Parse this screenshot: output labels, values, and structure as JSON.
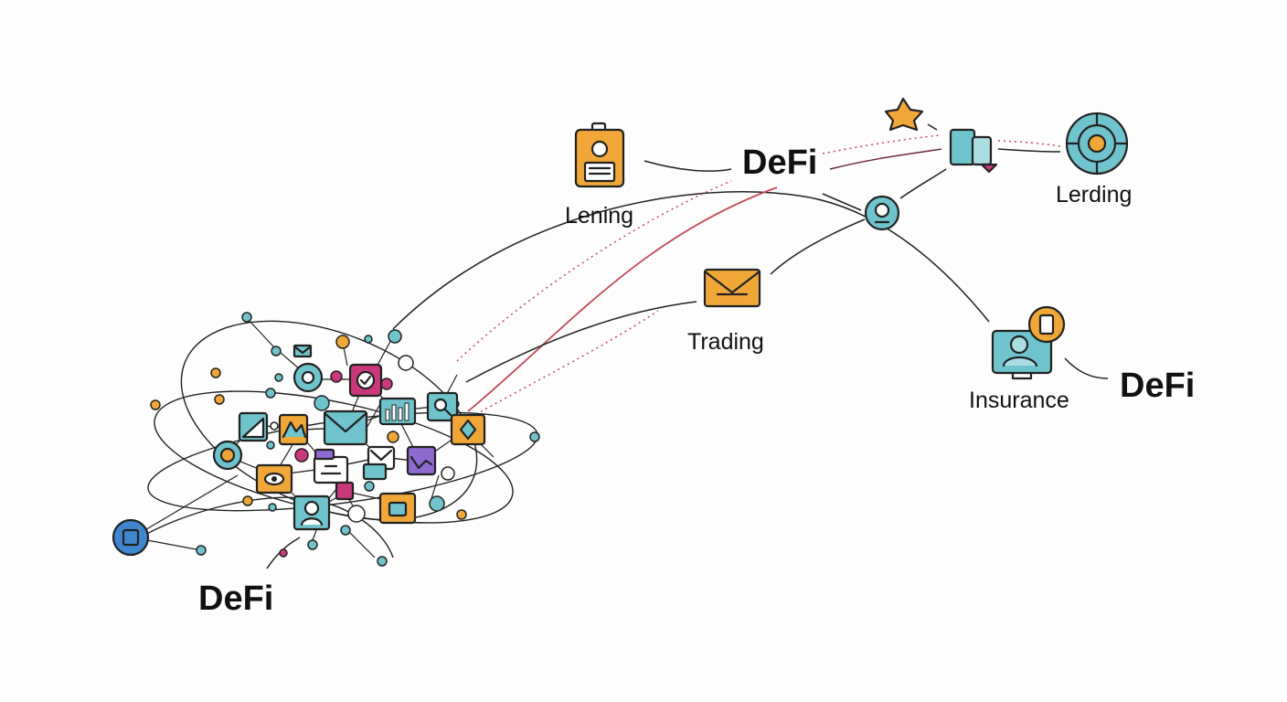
{
  "labels": {
    "defi_cluster": "DeFi",
    "defi_top": "DeFi",
    "defi_right": "DeFi",
    "lening": "Lening",
    "lerding": "Lerding",
    "trading": "Trading",
    "insurance": "Insurance"
  },
  "colors": {
    "orange": "#f0a738",
    "teal": "#6ec3cc",
    "teal_dark": "#4aa9b3",
    "magenta": "#c9387a",
    "purple": "#8e6ad0",
    "blue": "#3f86cf",
    "line": "#222222",
    "link_red": "#c24a58"
  },
  "icons": [
    "clipboard-icon",
    "star-icon",
    "wallet-icon",
    "target-icon",
    "user-coin-icon",
    "envelope-icon",
    "monitor-user-icon",
    "coin-icon",
    "hub-icon"
  ]
}
